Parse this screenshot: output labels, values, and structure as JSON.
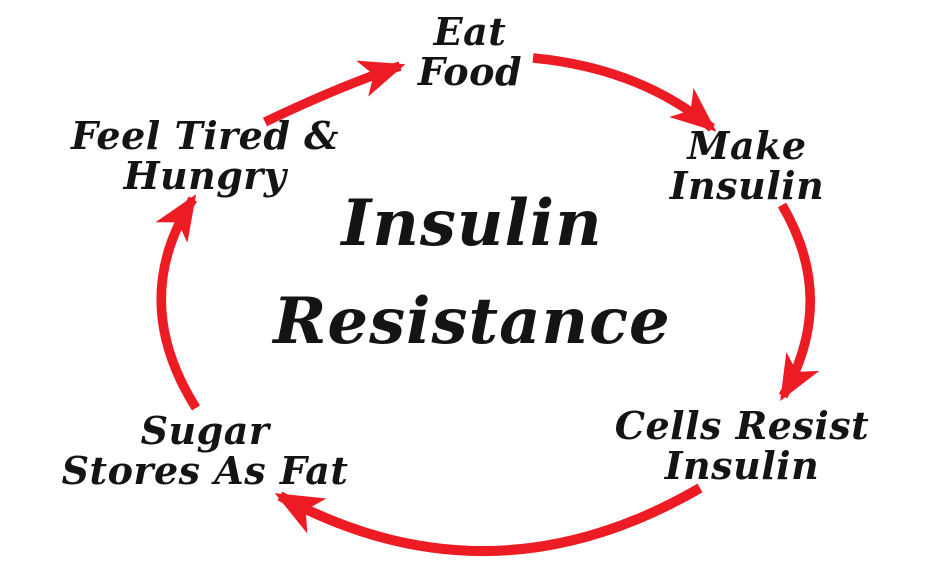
{
  "diagram": {
    "type": "cycle-diagram",
    "title_line1": "Insulin",
    "title_line2": "Resistance",
    "background": "#ffffff",
    "text_color": "#141414",
    "arrow_color": "#ed1c24",
    "nodes": [
      {
        "id": "eat-food",
        "lines": [
          "Eat",
          "Food"
        ]
      },
      {
        "id": "make-insulin",
        "lines": [
          "Make",
          "Insulin"
        ]
      },
      {
        "id": "cells-resist-insulin",
        "lines": [
          "Cells Resist",
          "Insulin"
        ]
      },
      {
        "id": "sugar-stores-as-fat",
        "lines": [
          "Sugar",
          "Stores As Fat"
        ]
      },
      {
        "id": "feel-tired-hungry",
        "lines": [
          "Feel Tired &",
          "Hungry"
        ]
      }
    ],
    "edges": [
      {
        "from": "feel-tired-hungry",
        "to": "eat-food"
      },
      {
        "from": "eat-food",
        "to": "make-insulin"
      },
      {
        "from": "make-insulin",
        "to": "cells-resist-insulin"
      },
      {
        "from": "cells-resist-insulin",
        "to": "sugar-stores-as-fat"
      },
      {
        "from": "sugar-stores-as-fat",
        "to": "feel-tired-hungry"
      }
    ]
  }
}
